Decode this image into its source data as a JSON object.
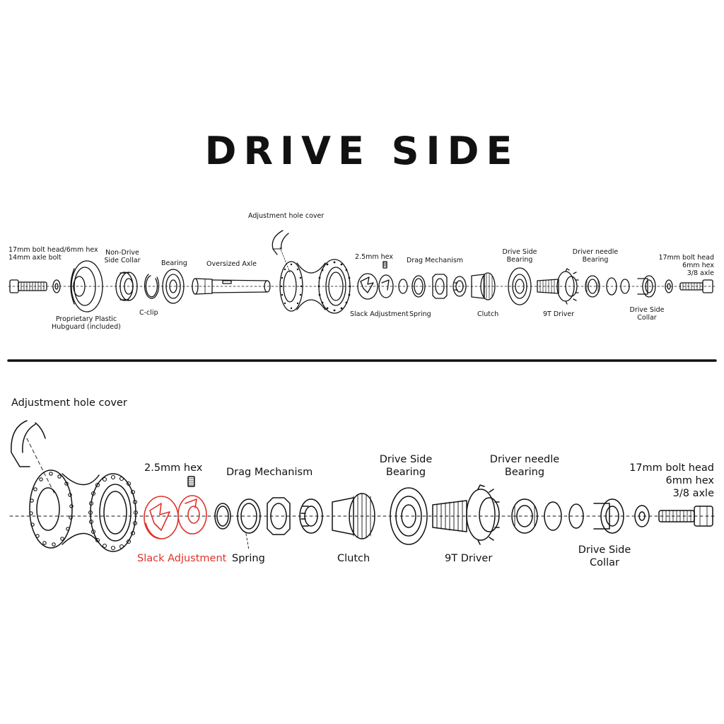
{
  "header": {
    "title": "DRIVE SIDE"
  },
  "top_labels": {
    "bolt_left_1": "17mm bolt head/6mm hex",
    "bolt_left_2": "14mm axle bolt",
    "hubguard_1": "Proprietary Plastic",
    "hubguard_2": "Hubguard (included)",
    "nds_collar_1": "Non-Drive",
    "nds_collar_2": "Side Collar",
    "bearing": "Bearing",
    "cclip": "C-clip",
    "axle": "Oversized Axle",
    "cover": "Adjustment hole cover",
    "hex": "2.5mm hex",
    "slack": "Slack Adjustment",
    "drag": "Drag Mechanism",
    "spring": "Spring",
    "ds_bearing_1": "Drive Side",
    "ds_bearing_2": "Bearing",
    "clutch": "Clutch",
    "driver_needle_1": "Driver needle",
    "driver_needle_2": "Bearing",
    "driver": "9T Driver",
    "ds_collar_1": "Drive Side",
    "ds_collar_2": "Collar",
    "bolt_right_1": "17mm bolt head",
    "bolt_right_2": "6mm hex",
    "bolt_right_3": "3/8 axle"
  },
  "bottom_labels": {
    "cover": "Adjustment hole cover",
    "hex": "2.5mm hex",
    "drag": "Drag Mechanism",
    "ds_bearing_1": "Drive Side",
    "ds_bearing_2": "Bearing",
    "driver_needle_1": "Driver needle",
    "driver_needle_2": "Bearing",
    "bolt_right_1": "17mm bolt head",
    "bolt_right_2": "6mm hex",
    "bolt_right_3": "3/8 axle",
    "slack": "Slack Adjustment",
    "spring": "Spring",
    "clutch": "Clutch",
    "driver": "9T Driver",
    "ds_collar_1": "Drive Side",
    "ds_collar_2": "Collar"
  },
  "colors": {
    "ink": "#111111",
    "highlight": "#e0322b",
    "background": "#ffffff"
  }
}
